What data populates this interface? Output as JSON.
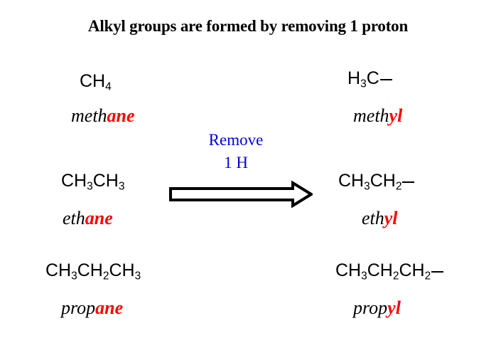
{
  "slide": {
    "title": "Alkyl groups are formed by removing 1 proton",
    "background_color": "#FFFFFF"
  },
  "colors": {
    "text": "#000000",
    "suffix_red": "#FF0000",
    "label_blue": "#0000DD"
  },
  "transformation": {
    "label_line_1": "Remove",
    "label_line_2": "1 H",
    "arrow_icon": "right-block-arrow-icon",
    "arrow_direction": "right"
  },
  "rows": [
    {
      "alkane": {
        "formula_parts": [
          {
            "text": "CH",
            "type": "normal"
          },
          {
            "text": "4",
            "type": "sub"
          }
        ],
        "formula_plain": "CH4",
        "name_stem": "meth",
        "name_suffix": "ane",
        "name_plain": "methane"
      },
      "alkyl": {
        "formula_parts": [
          {
            "text": "H",
            "type": "normal"
          },
          {
            "text": "3",
            "type": "sub"
          },
          {
            "text": "C",
            "type": "normal"
          },
          {
            "text": "",
            "type": "bond"
          }
        ],
        "formula_plain": "H3C—",
        "name_stem": "meth",
        "name_suffix": "yl",
        "name_plain": "methyl"
      }
    },
    {
      "alkane": {
        "formula_parts": [
          {
            "text": "CH",
            "type": "normal"
          },
          {
            "text": "3",
            "type": "sub"
          },
          {
            "text": "CH",
            "type": "normal"
          },
          {
            "text": "3",
            "type": "sub"
          }
        ],
        "formula_plain": "CH3CH3",
        "name_stem": "eth",
        "name_suffix": "ane",
        "name_plain": "ethane"
      },
      "alkyl": {
        "formula_parts": [
          {
            "text": "CH",
            "type": "normal"
          },
          {
            "text": "3",
            "type": "sub"
          },
          {
            "text": "CH",
            "type": "normal"
          },
          {
            "text": "2",
            "type": "sub"
          },
          {
            "text": "",
            "type": "bond"
          }
        ],
        "formula_plain": "CH3CH2—",
        "name_stem": "eth",
        "name_suffix": "yl",
        "name_plain": "ethyl"
      }
    },
    {
      "alkane": {
        "formula_parts": [
          {
            "text": "CH",
            "type": "normal"
          },
          {
            "text": "3",
            "type": "sub"
          },
          {
            "text": "CH",
            "type": "normal"
          },
          {
            "text": "2",
            "type": "sub"
          },
          {
            "text": "CH",
            "type": "normal"
          },
          {
            "text": "3",
            "type": "sub"
          }
        ],
        "formula_plain": "CH3CH2CH3",
        "name_stem": "prop",
        "name_suffix": "ane",
        "name_plain": "propane"
      },
      "alkyl": {
        "formula_parts": [
          {
            "text": "CH",
            "type": "normal"
          },
          {
            "text": "3",
            "type": "sub"
          },
          {
            "text": "CH",
            "type": "normal"
          },
          {
            "text": "2",
            "type": "sub"
          },
          {
            "text": "CH",
            "type": "normal"
          },
          {
            "text": "2",
            "type": "sub"
          },
          {
            "text": "",
            "type": "bond"
          }
        ],
        "formula_plain": "CH3CH2CH2—",
        "name_stem": "prop",
        "name_suffix": "yl",
        "name_plain": "propyl"
      }
    }
  ]
}
